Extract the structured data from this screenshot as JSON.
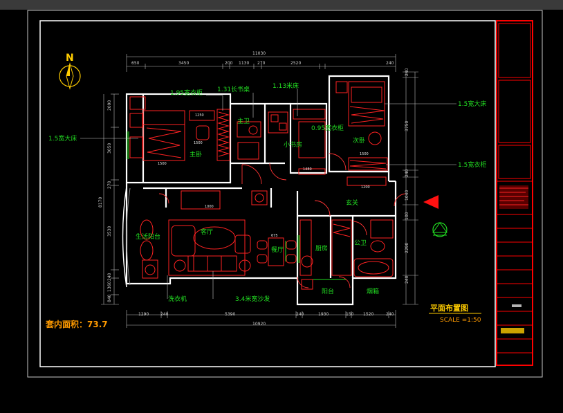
{
  "north_label": "N",
  "area_label": "套内面积：73.7",
  "plan_title": "平面布置图",
  "scale": "SCALE =1:50",
  "overall_width": "11030",
  "overall_width_bottom": "10920",
  "overall_height": "8170",
  "top_dims": [
    "650",
    "3450",
    "200",
    "1130",
    "270",
    "2520",
    "240"
  ],
  "bottom_dims": [
    "1290",
    "240",
    "5390",
    "240",
    "1930",
    "150",
    "1520",
    "240"
  ],
  "left_dims": [
    "2090",
    "3050",
    "270",
    "3530",
    "240",
    "1360",
    "840"
  ],
  "right_dims": [
    "240",
    "3750",
    "240",
    "1040",
    "100",
    "2290",
    "240"
  ],
  "rooms": {
    "master_bedroom": "主卧",
    "master_bath": "主卫",
    "study": "小书房",
    "second_bedroom": "次卧",
    "foyer": "玄关",
    "living_room": "客厅",
    "dining_room": "餐厅",
    "kitchen": "厨房",
    "public_bath": "公卫",
    "balcony": "阳台",
    "utility_balcony": "生活阳台"
  },
  "annotations": {
    "wardrobe_195": "1.95宽衣柜",
    "desk_131": "1.31长书桌",
    "bed_113": "1.13米床",
    "wardrobe_095": "0.95宽衣柜",
    "bed_15_right": "1.5宽大床",
    "bed_15_left": "1.5宽大床",
    "wardrobe_15": "1.5宽衣柜",
    "washing_machine": "洗衣机",
    "sofa_34": "3.4米宽沙发",
    "vent": "烟箱"
  },
  "furniture_dims": [
    "1500",
    "1500",
    "1480",
    "1500",
    "1200",
    "675",
    "1250",
    "1000"
  ],
  "colors": {
    "background": "#000000",
    "walls": "#ffffff",
    "furniture": "#ff2222",
    "labels": "#22dd22",
    "dimensions": "#cfcfcf",
    "title_block": "#ff0000",
    "accent": "#ffcc00"
  }
}
